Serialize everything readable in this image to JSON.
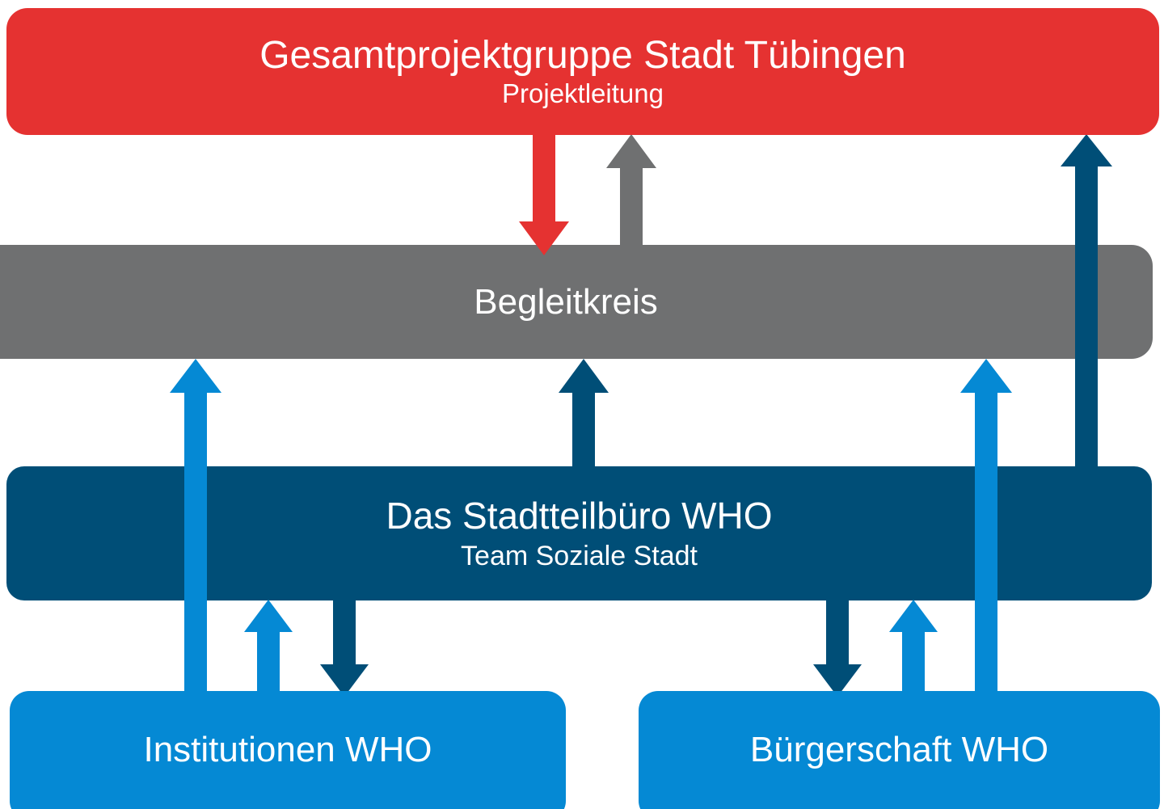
{
  "diagram": {
    "type": "organizational-flow-diagram",
    "language": "de",
    "background": "#FFFFFF",
    "palette": {
      "red": "#E53231",
      "gray": "#6F7071",
      "dark_blue": "#004E77",
      "light_blue": "#0589D4",
      "text": "#FFFFFF"
    },
    "nodes": [
      {
        "id": "gesamtprojektgruppe",
        "title": "Gesamtprojektgruppe Stadt Tübingen",
        "subtitle": "Projektleitung",
        "color": "#E53231",
        "level": 1
      },
      {
        "id": "begleitkreis",
        "title": "Begleitkreis",
        "subtitle": "",
        "color": "#6F7071",
        "level": 2
      },
      {
        "id": "stadtteilbuero",
        "title": "Das Stadtteilbüro WHO",
        "subtitle": "Team Soziale Stadt",
        "color": "#004E77",
        "level": 3
      },
      {
        "id": "institutionen",
        "title": "Institutionen WHO",
        "subtitle": "",
        "color": "#0589D4",
        "level": 4
      },
      {
        "id": "buergerschaft",
        "title": "Bürgerschaft WHO",
        "subtitle": "",
        "color": "#0589D4",
        "level": 4
      }
    ],
    "edges": [
      {
        "id": "e1",
        "from": "gesamtprojektgruppe",
        "to": "begleitkreis",
        "direction": "down",
        "color": "#E53231"
      },
      {
        "id": "e2",
        "from": "begleitkreis",
        "to": "gesamtprojektgruppe",
        "direction": "up",
        "color": "#6F7071"
      },
      {
        "id": "e3",
        "from": "stadtteilbuero",
        "to": "gesamtprojektgruppe",
        "direction": "up",
        "color": "#004E77"
      },
      {
        "id": "e4",
        "from": "stadtteilbuero",
        "to": "begleitkreis",
        "direction": "up",
        "color": "#004E77"
      },
      {
        "id": "e5",
        "from": "institutionen",
        "to": "begleitkreis",
        "direction": "up",
        "color": "#0589D4"
      },
      {
        "id": "e6",
        "from": "buergerschaft",
        "to": "begleitkreis",
        "direction": "up",
        "color": "#0589D4"
      },
      {
        "id": "e7",
        "from": "institutionen",
        "to": "stadtteilbuero",
        "direction": "up",
        "color": "#0589D4"
      },
      {
        "id": "e8",
        "from": "stadtteilbuero",
        "to": "institutionen",
        "direction": "down",
        "color": "#004E77"
      },
      {
        "id": "e9",
        "from": "buergerschaft",
        "to": "stadtteilbuero",
        "direction": "up",
        "color": "#0589D4"
      },
      {
        "id": "e10",
        "from": "stadtteilbuero",
        "to": "buergerschaft",
        "direction": "down",
        "color": "#004E77"
      }
    ]
  }
}
